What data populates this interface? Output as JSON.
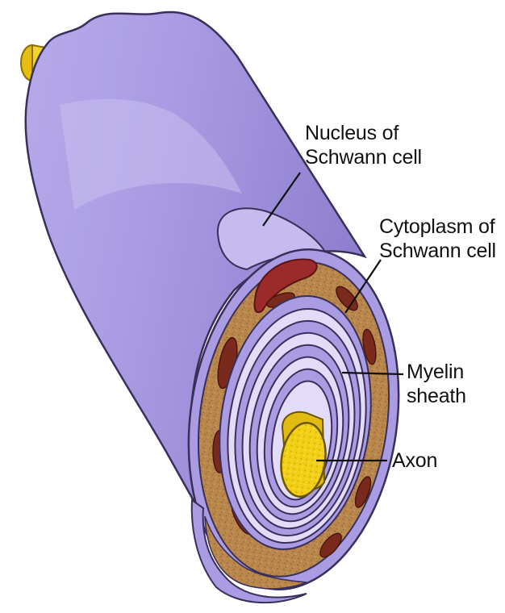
{
  "labels": {
    "nucleus": {
      "line1": "Nucleus of",
      "line2": "Schwann cell"
    },
    "cytoplasm": {
      "line1": "Cytoplasm of",
      "line2": "Schwann cell"
    },
    "myelin": {
      "line1": "Myelin",
      "line2": "sheath"
    },
    "axon": {
      "line1": "Axon"
    }
  },
  "colors": {
    "membrane": "#9e8fd6",
    "membrane_light": "#c9bff0",
    "cytoplasm": "#b98a4e",
    "organelle": "#7a2a1c",
    "nucleus": "#9b2a2a",
    "axon": "#f3d21a",
    "myelin_ring": "#d8d0f3",
    "outline": "#3a2f5a"
  }
}
